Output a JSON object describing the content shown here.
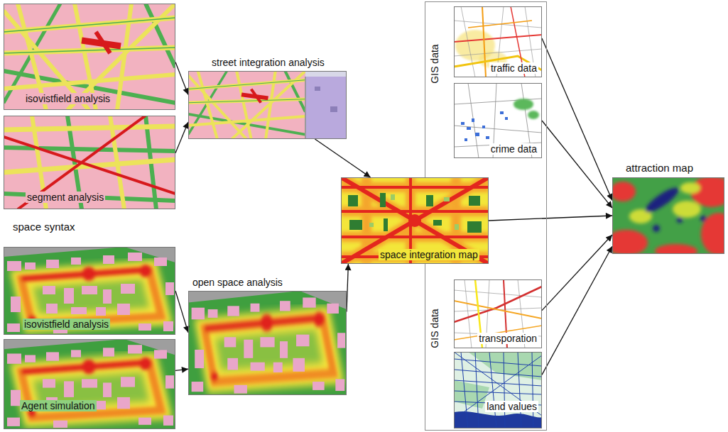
{
  "diagram": {
    "nodes": [
      {
        "text": [
          "isovistfield analysis"
        ]
      },
      {
        "text": [
          "segment analysis"
        ]
      },
      {
        "text": [
          "street integration analysis"
        ]
      },
      {
        "text": [
          "isovistfield analysis"
        ]
      },
      {
        "text": [
          "Agent simulation"
        ]
      },
      {
        "text": [
          "open space analysis"
        ]
      },
      {
        "text": [
          "space integration map"
        ]
      },
      {
        "text": [
          "GIS data",
          "GIS data"
        ]
      },
      {
        "text": [
          "traffic data"
        ],
        "in": 7
      },
      {
        "text": [
          "crime data"
        ],
        "in": 7
      },
      {
        "text": [
          "transporation"
        ],
        "in": 7
      },
      {
        "text": [
          "land values"
        ],
        "in": 7
      },
      {
        "text": [
          "attraction map"
        ]
      }
    ],
    "edges": [
      {
        "from": 0,
        "to": 2,
        "arrow": "to"
      },
      {
        "from": 1,
        "to": 2,
        "arrow": "to"
      },
      {
        "from": 3,
        "to": 5,
        "arrow": "to"
      },
      {
        "from": 4,
        "to": 5,
        "arrow": "to"
      },
      {
        "from": 2,
        "to": 6,
        "arrow": "to"
      },
      {
        "from": 5,
        "to": 6,
        "arrow": "to"
      },
      {
        "from": 6,
        "to": 12,
        "arrow": "to"
      },
      {
        "from": 8,
        "to": 12,
        "arrow": "to"
      },
      {
        "from": 9,
        "to": 12,
        "arrow": "to"
      },
      {
        "from": 10,
        "to": 12,
        "arrow": "to"
      },
      {
        "from": 11,
        "to": 12,
        "arrow": "to"
      }
    ],
    "labels": [
      "space syntax"
    ]
  }
}
